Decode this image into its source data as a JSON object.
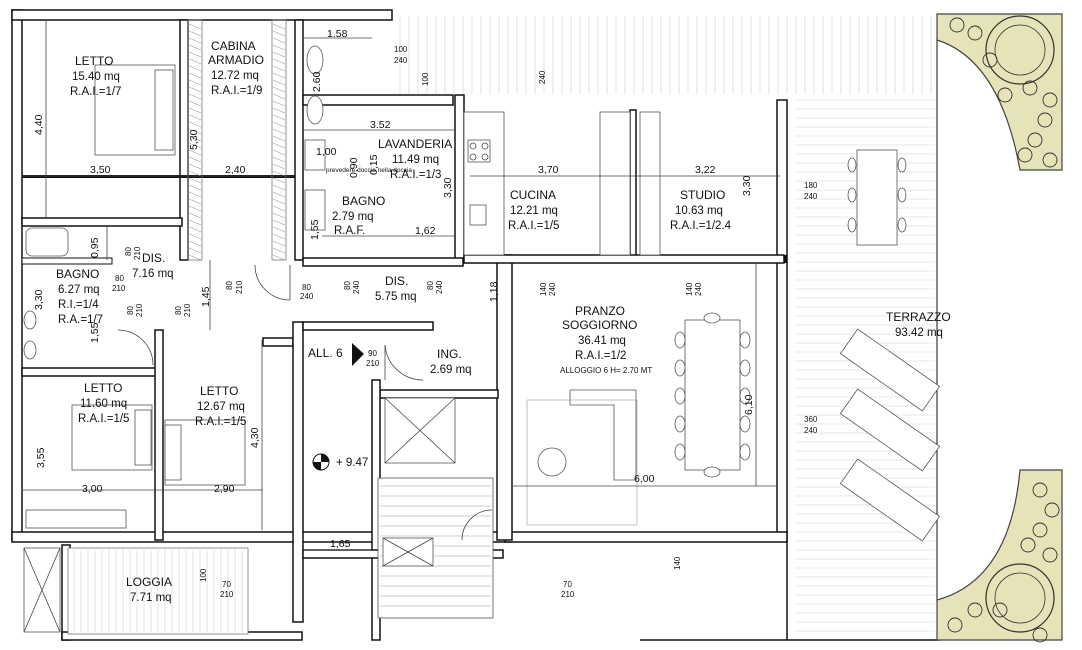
{
  "rooms": {
    "letto1": {
      "name": "LETTO",
      "area": "15.40 mq",
      "rai": "R.A.I.=1/7"
    },
    "cabina": {
      "name1": "CABINA",
      "name2": "ARMADIO",
      "area": "12.72 mq",
      "rai": "R.A.I.=1/9"
    },
    "lavanderia": {
      "name": "LAVANDERIA",
      "area": "11.49 mq",
      "rai": "R.A.I.=1/3"
    },
    "bagno_small": {
      "name": "BAGNO",
      "area": "2.79 mq",
      "extra": "R.A.F."
    },
    "cucina": {
      "name": "CUCINA",
      "area": "12.21 mq",
      "rai": "R.A.I.=1/5"
    },
    "studio": {
      "name": "STUDIO",
      "area": "10.63 mq",
      "rai": "R.A.I.=1/2.4"
    },
    "terrazzo": {
      "name": "TERRAZZO",
      "area": "93.42 mq"
    },
    "dis1": {
      "name": "DIS.",
      "area": "7.16 mq"
    },
    "bagno": {
      "name": "BAGNO",
      "area": "6.27 mq",
      "ri": "R.I.=1/4",
      "ra": "R.A.=1/7"
    },
    "dis2": {
      "name": "DIS.",
      "area": "5.75 mq"
    },
    "pranzo": {
      "name1": "PRANZO",
      "name2": "SOGGIORNO",
      "area": "36.41 mq",
      "rai": "R.A.I.=1/2",
      "note": "ALLOGGIO 6 H= 2.70 MT"
    },
    "ingresso": {
      "name": "ING.",
      "area": "2.69 mq"
    },
    "letto2": {
      "name": "LETTO",
      "area": "11.60 mq",
      "rai": "R.A.I.=1/5"
    },
    "letto3": {
      "name": "LETTO",
      "area": "12.67 mq",
      "rai": "R.A.I.=1/5"
    },
    "loggia": {
      "name": "LOGGIA",
      "area": "7.71 mq"
    }
  },
  "labels": {
    "alloggio": "ALL. 6",
    "level": "+ 9.47",
    "doccia_note": "prevedere doccia nella doccia"
  },
  "dimensions": {
    "d_1_58": "1.58",
    "d_2_60": "2.60",
    "d_3_52": "3.52",
    "d_1_00": "1,00",
    "d_0_90": "0,90",
    "d_0_15": "0,15",
    "d_4_40": "4,40",
    "d_5_30": "5,30",
    "d_3_50": "3,50",
    "d_2_40": "2,40",
    "d_3_70": "3,70",
    "d_3_22": "3,22",
    "d_3_30a": "3,30",
    "d_3_30b": "3,30",
    "d_1_55a": "1,55",
    "d_1_62": "1,62",
    "d_0_95": "0,95",
    "d_1_45": "1,45",
    "d_3_30c": "3,30",
    "d_1_55b": "1,55",
    "d_1_18": "1,18",
    "d_6_10": "6,10",
    "d_3_55": "3,55",
    "d_4_30": "4,30",
    "d_3_00": "3,00",
    "d_2_90": "2,90",
    "d_6_00": "6,00",
    "d_1_65": "1,65"
  },
  "openings": {
    "w100_240": [
      "100",
      "240"
    ],
    "w100": "100",
    "w140": "140",
    "w240": "240",
    "d80_210": [
      "80",
      "210"
    ],
    "d80_240": [
      "80",
      "240"
    ],
    "d90_210": [
      "90",
      "210"
    ],
    "d140_240": [
      "140",
      "240"
    ],
    "d180_240": [
      "180",
      "240"
    ],
    "d360_240": [
      "360",
      "240"
    ],
    "d70_210": [
      "70",
      "210"
    ]
  }
}
